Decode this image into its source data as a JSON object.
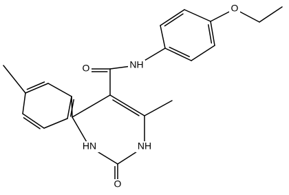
{
  "structure": {
    "type": "skeletal-structure",
    "labels": {
      "nh_amide": "NH",
      "o_carbonyl": "O",
      "o_ether": "O",
      "nh_ring_left": "HN",
      "nh_ring_right": "NH",
      "o_urea": "O"
    }
  }
}
